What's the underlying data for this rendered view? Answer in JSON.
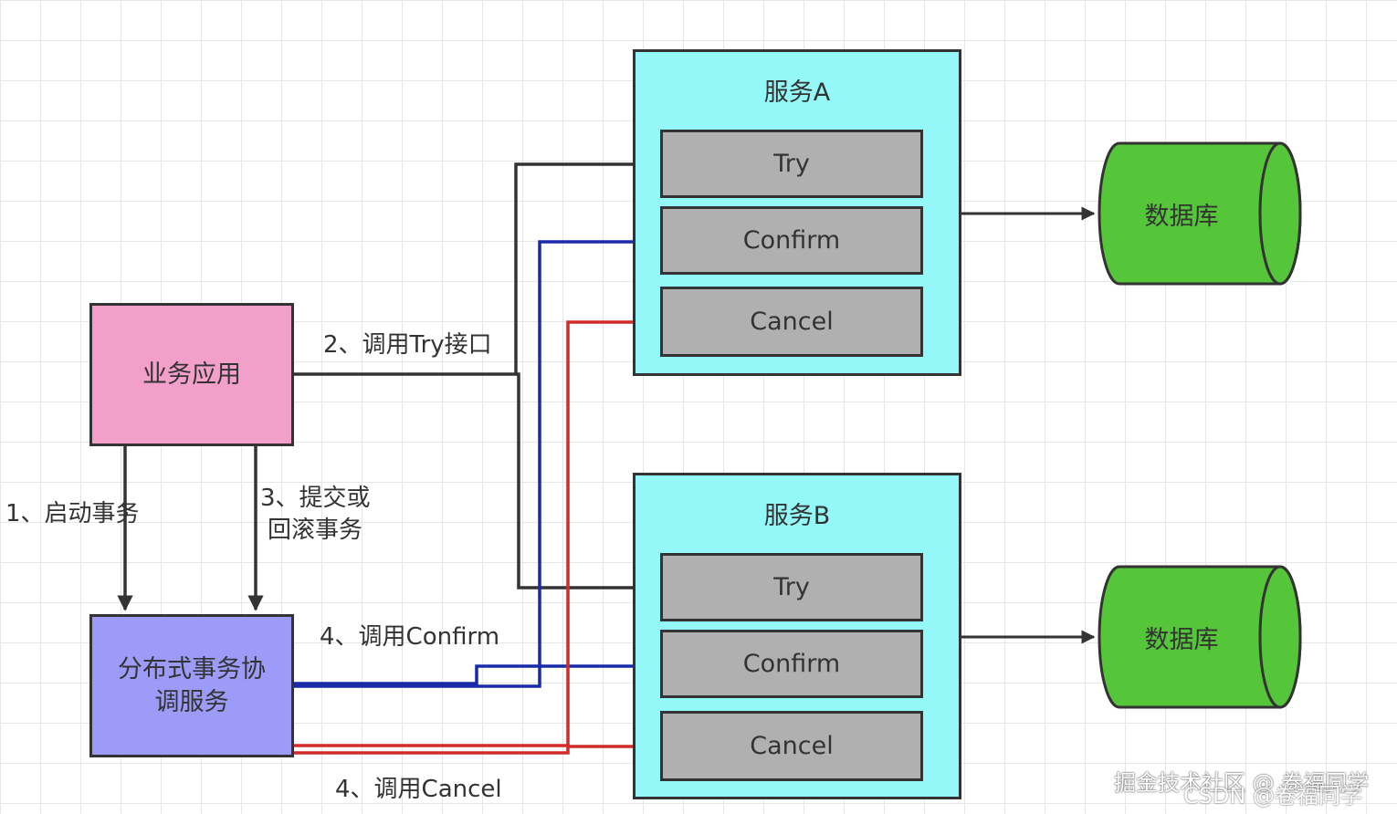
{
  "nodes": {
    "business_app": "业务应用",
    "coordinator_line1": "分布式事务协",
    "coordinator_line2": "调服务",
    "service_a": {
      "title": "服务A",
      "methods": [
        "Try",
        "Confirm",
        "Cancel"
      ]
    },
    "service_b": {
      "title": "服务B",
      "methods": [
        "Try",
        "Confirm",
        "Cancel"
      ]
    },
    "database_a": "数据库",
    "database_b": "数据库"
  },
  "edge_labels": {
    "start_tx": "1、启动事务",
    "call_try": "2、调用Try接口",
    "commit_line1": "3、提交或",
    "commit_line2": "回滚事务",
    "call_confirm": "4、调用Confirm",
    "call_cancel": "4、调用Cancel"
  },
  "watermark": {
    "line1": "掘金技术社区 @ 卷福同学",
    "line2": "CSDN @卷福同学"
  },
  "colors": {
    "business_app_fill": "#f29fc9",
    "coordinator_fill": "#9c9cf8",
    "service_fill": "#95f8f8",
    "method_fill": "#b0b0b0",
    "database_fill": "#55c63a",
    "try_arrow": "#333333",
    "confirm_arrow": "#1a2aa8",
    "cancel_arrow": "#d12b2b"
  }
}
